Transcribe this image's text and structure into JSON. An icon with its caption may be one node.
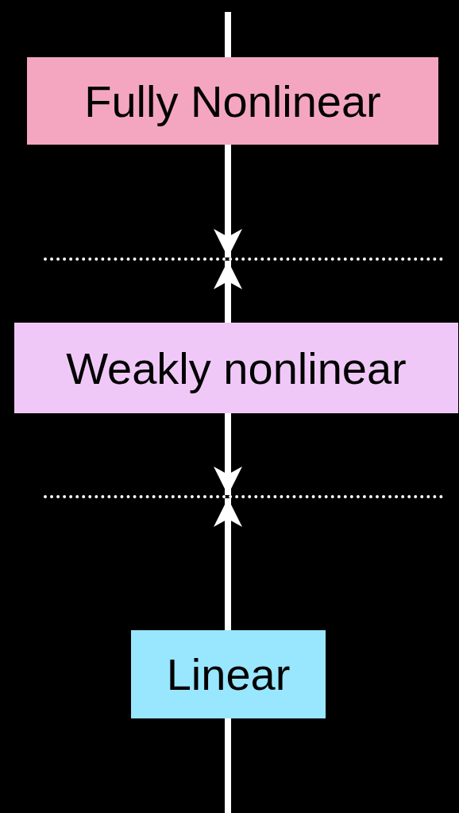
{
  "diagram": {
    "nodes": [
      {
        "text": [
          "Fully Nonlinear"
        ]
      },
      {
        "text": [],
        "shape": "line"
      },
      {
        "text": [
          "Weakly nonlinear"
        ]
      },
      {
        "text": [],
        "shape": "line"
      },
      {
        "text": [
          "Linear"
        ]
      }
    ],
    "edges": [
      {
        "from": null,
        "to": 0,
        "arrow": "none"
      },
      {
        "from": 0,
        "to": 1,
        "arrow": "to"
      },
      {
        "from": 2,
        "to": 1,
        "arrow": "to"
      },
      {
        "from": 2,
        "to": 3,
        "arrow": "to"
      },
      {
        "from": 4,
        "to": 3,
        "arrow": "to"
      },
      {
        "from": 4,
        "to": null,
        "arrow": "none"
      }
    ]
  }
}
